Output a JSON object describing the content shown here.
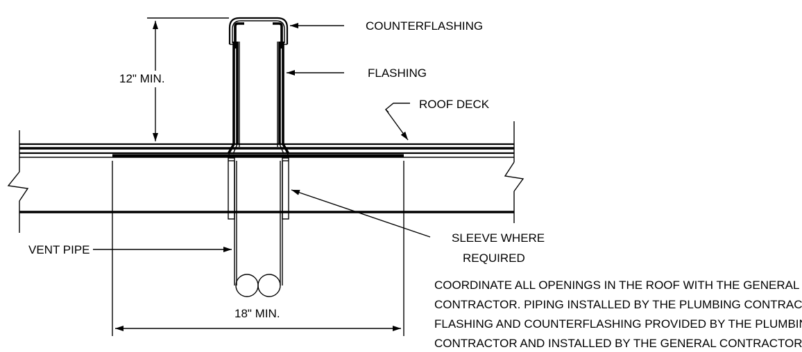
{
  "labels": {
    "counterflashing": "COUNTERFLASHING",
    "flashing": "FLASHING",
    "roof_deck": "ROOF DECK",
    "twelve_min": "12\" MIN.",
    "sleeve_line1": "SLEEVE WHERE",
    "sleeve_line2": "REQUIRED",
    "vent_pipe": "VENT PIPE",
    "eighteen_min": "18\" MIN."
  },
  "note": {
    "line1": "COORDINATE ALL OPENINGS IN THE ROOF WITH THE GENERAL",
    "line2": "CONTRACTOR. PIPING INSTALLED BY THE PLUMBING CONTRACTOR.",
    "line3": "FLASHING AND COUNTERFLASHING PROVIDED BY THE PLUMBING",
    "line4": "CONTRACTOR AND INSTALLED BY THE GENERAL CONTRACTOR"
  }
}
